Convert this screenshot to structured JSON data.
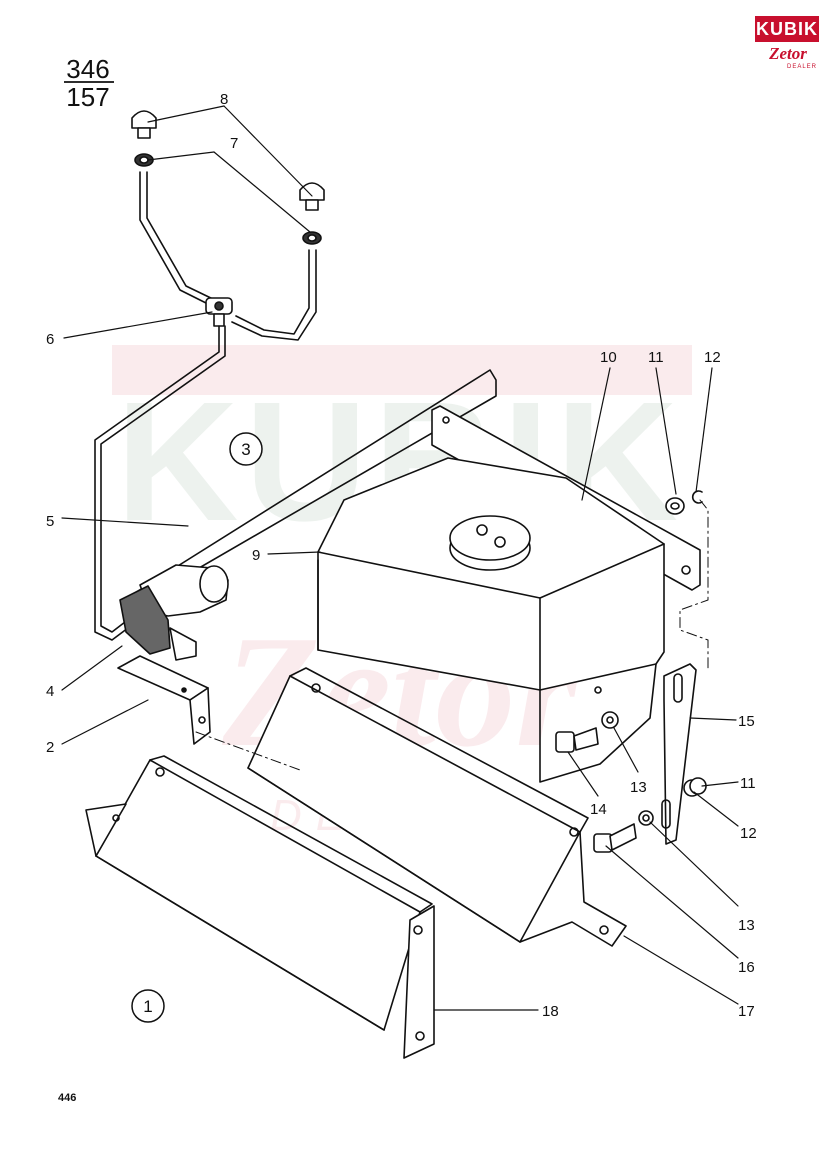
{
  "figure": {
    "ref_top": "346",
    "ref_bottom": "157",
    "page_number": "446"
  },
  "brand": {
    "logo_top": "KUBIK",
    "logo_mid": "Zetor",
    "logo_sub": "DEALER",
    "watermark_main": "KUBIK",
    "watermark_sub": "DEALER",
    "accent": "#c8102e"
  },
  "group_markers": [
    "3",
    "1"
  ],
  "callouts": [
    "1",
    "2",
    "4",
    "5",
    "6",
    "7",
    "8",
    "9",
    "10",
    "11",
    "12",
    "13",
    "14",
    "15",
    "16",
    "17",
    "18"
  ],
  "callout_labels": {
    "p8": "8",
    "p7": "7",
    "p6": "6",
    "p3": "3",
    "p5": "5",
    "p9": "9",
    "p4": "4",
    "p2": "2",
    "p10": "10",
    "p11a": "11",
    "p12a": "12",
    "p15": "15",
    "p11b": "11",
    "p12b": "12",
    "p13a": "13",
    "p14": "14",
    "p13b": "13",
    "p16": "16",
    "p17": "17",
    "p18": "18",
    "p1": "1"
  }
}
